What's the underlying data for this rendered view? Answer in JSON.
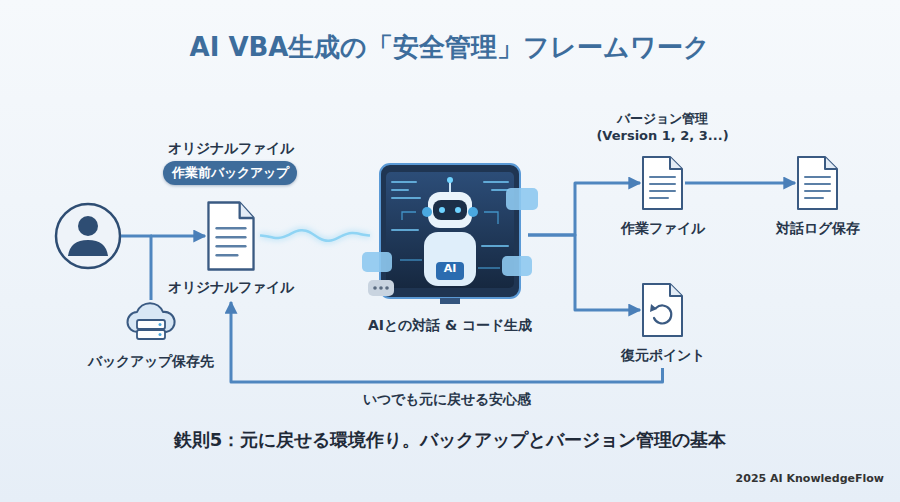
{
  "diagram": {
    "title": "AI VBA生成の「安全管理」フレームワーク",
    "caption": "鉄則5：元に戻せる環境作り。バックアップとバージョン管理の基本",
    "nodes": [
      {
        "text": [
          "オリジナルファイル",
          "オリジナルファイル"
        ]
      },
      {
        "text": [
          "作業前バックアップ"
        ]
      },
      {
        "text": [
          "バックアップ保存先"
        ]
      },
      {
        "text": [
          "AIとの対話 & コード生成"
        ]
      },
      {
        "text": [
          "バージョン管理 (Version 1, 2, 3...)",
          "作業ファイル"
        ]
      },
      {
        "text": [
          "対話ログ保存"
        ]
      },
      {
        "text": [
          "復元ポイント"
        ]
      }
    ],
    "edges": [
      {
        "from": 2,
        "to": 0,
        "arrow": "to"
      },
      {
        "from": 0,
        "to": 3,
        "arrow": "none"
      },
      {
        "from": 3,
        "to": 4,
        "arrow": "to"
      },
      {
        "from": 3,
        "to": 6,
        "arrow": "to"
      },
      {
        "from": 4,
        "to": 5,
        "arrow": "to"
      },
      {
        "from": 6,
        "to": 0,
        "label": "いつでも元に戻せる安心感",
        "arrow": "to"
      }
    ],
    "labels": [
      "AI",
      "2025 AI KnowledgeFlow"
    ]
  }
}
